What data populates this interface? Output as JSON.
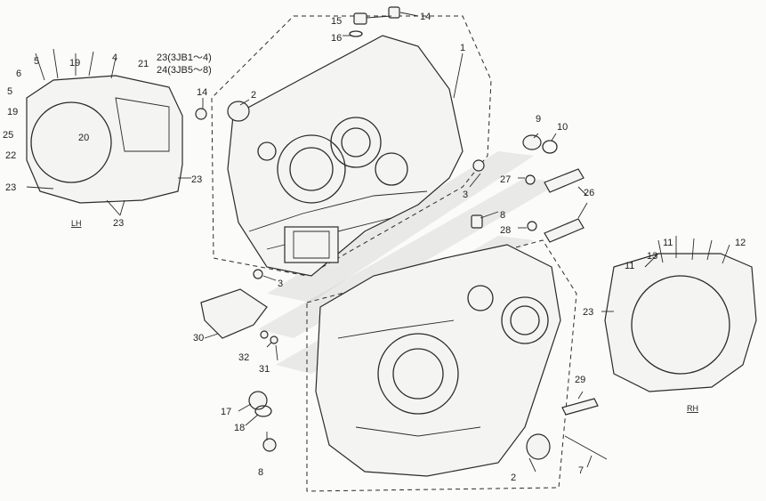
{
  "labels": {
    "p1": "1",
    "p2a": "2",
    "p2b": "2",
    "p3a": "3",
    "p3b": "3",
    "p4": "4",
    "p5a": "5",
    "p5b": "5",
    "p6": "6",
    "p7": "7",
    "p8a": "8",
    "p8b": "8",
    "p9": "9",
    "p10": "10",
    "p11a": "11",
    "p11b": "11",
    "p12": "12",
    "p13": "13",
    "p14a": "14",
    "p14b": "14",
    "p15": "15",
    "p16": "16",
    "p17": "17",
    "p18": "18",
    "p19a": "19",
    "p19b": "19",
    "p20": "20",
    "p21": "21",
    "p22": "22",
    "p23a": "23",
    "p23b": "23",
    "p23c": "23",
    "p23d": "23",
    "p23note": "23(3JB1～4)",
    "p24note": "24(3JB5～8)",
    "p25": "25",
    "p26": "26",
    "p27": "27",
    "p28": "28",
    "p29": "29",
    "p30": "30",
    "p31": "31",
    "p32": "32"
  },
  "captions": {
    "left": "LH",
    "right": "RH"
  },
  "colors": {
    "ink": "#2b2b2b",
    "paper": "#fbfbf9",
    "watermark": "#c8c8c8"
  }
}
